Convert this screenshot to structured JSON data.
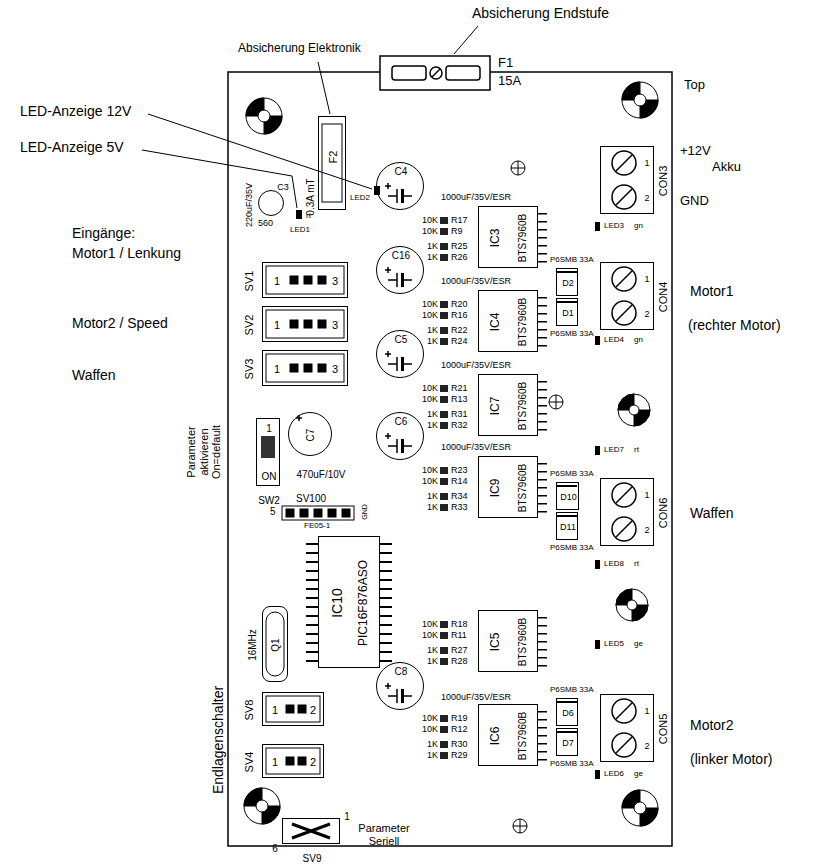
{
  "diagram": {
    "nodes": [
      {
        "text": [
          "F2",
          "0.3A mT"
        ]
      },
      {
        "text": [
          "C3",
          "220uF/35V"
        ]
      },
      {
        "text": [
          "C4",
          "1000uF/35V/ESR"
        ]
      },
      {
        "text": [
          "C16",
          "1000uF/35V/ESR"
        ]
      },
      {
        "text": [
          "C5",
          "1000uF/35V/ESR"
        ]
      },
      {
        "text": [
          "C6",
          "1000uF/35V/ESR"
        ]
      },
      {
        "text": [
          "C8",
          "1000uF/35V/ESR"
        ]
      },
      {
        "text": [
          "C7",
          "470uF/10V"
        ]
      },
      {
        "text": [
          "1",
          "ON",
          "SW2"
        ]
      },
      {
        "text": [
          "IC3",
          "BTS7960B"
        ]
      },
      {
        "text": [
          "IC4",
          "BTS7960B"
        ]
      },
      {
        "text": [
          "IC7",
          "BTS7960B"
        ]
      },
      {
        "text": [
          "IC9",
          "BTS7960B"
        ]
      },
      {
        "text": [
          "IC5",
          "BTS7960B"
        ]
      },
      {
        "text": [
          "IC6",
          "BTS7960B"
        ]
      },
      {
        "text": [
          "IC10",
          "PIC16F876ASO"
        ]
      },
      {
        "text": [
          "16MHz",
          "Q1"
        ]
      },
      {
        "text": [
          "SV1",
          "1",
          "3"
        ]
      },
      {
        "text": [
          "SV2",
          "1",
          "3"
        ]
      },
      {
        "text": [
          "SV3",
          "1",
          "3"
        ]
      },
      {
        "text": [
          "SV8",
          "1",
          "2"
        ]
      },
      {
        "text": [
          "SV4",
          "1",
          "2"
        ]
      },
      {
        "text": [
          "1",
          "6",
          "SV9"
        ]
      },
      {
        "text": [
          "CON3",
          "1",
          "2"
        ]
      },
      {
        "text": [
          "CON4",
          "1",
          "2"
        ]
      },
      {
        "text": [
          "CON6",
          "1",
          "2"
        ]
      },
      {
        "text": [
          "CON5",
          "1",
          "2"
        ]
      },
      {
        "text": [
          "D2"
        ]
      },
      {
        "text": [
          "D1"
        ]
      },
      {
        "text": [
          "D10"
        ]
      },
      {
        "text": [
          "D11"
        ]
      },
      {
        "text": [
          "D6"
        ]
      },
      {
        "text": [
          "D7"
        ]
      }
    ],
    "labels": [
      "Absicherung Endstufe",
      "Absicherung Elektronik",
      "Top",
      "LED-Anzeige 12V",
      "LED-Anzeige 5V",
      "Eingänge:",
      "Motor1 / Lenkung",
      "Motor2 / Speed",
      "Waffen",
      "Parameter aktivieren On=default",
      "Endlagenschalter",
      "F1",
      "15A",
      "+12V",
      "Akku",
      "GND",
      "Motor1",
      "(rechter Motor)",
      "Waffen",
      "Motor2",
      "(linker Motor)",
      "Parameter Seriell",
      "SV100",
      "FE05-1",
      "5",
      "GND",
      "560",
      "LED2",
      "LED1",
      "rt",
      "10K",
      "R17",
      "10K",
      "R9",
      "1K",
      "R25",
      "1K",
      "R26",
      "10K",
      "R20",
      "10K",
      "R16",
      "1K",
      "R22",
      "1K",
      "R24",
      "10K",
      "R21",
      "10K",
      "R13",
      "1K",
      "R31",
      "1K",
      "R32",
      "10K",
      "R23",
      "10K",
      "R14",
      "1K",
      "R34",
      "1K",
      "R33",
      "10K",
      "R18",
      "10K",
      "R11",
      "1K",
      "R27",
      "1K",
      "R28",
      "10K",
      "R19",
      "10K",
      "R12",
      "1K",
      "R30",
      "1K",
      "R29",
      "P6SMB 33A",
      "P6SMB 33A",
      "P6SMB 33A",
      "P6SMB 33A",
      "P6SMB 33A",
      "P6SMB 33A",
      "LED3",
      "gn",
      "LED4",
      "gn",
      "LED7",
      "rt",
      "LED8",
      "rt",
      "LED5",
      "ge",
      "LED6",
      "ge"
    ]
  }
}
